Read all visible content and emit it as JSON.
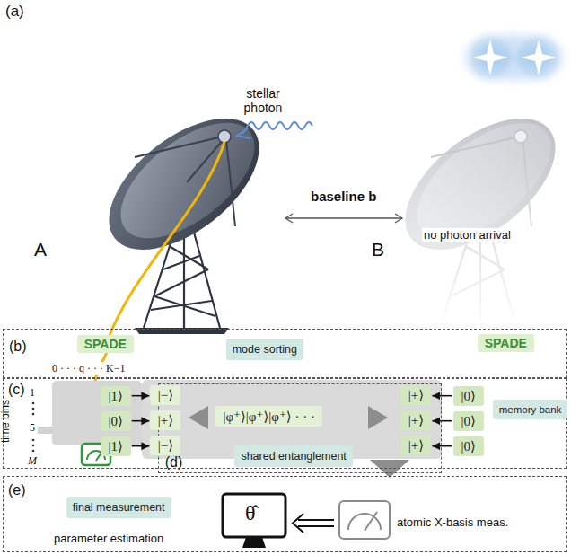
{
  "diagram": {
    "nodes": [
      {
        "text": [
          "(b)"
        ]
      },
      {
        "text": [
          "SPADE"
        ],
        "in": 0
      },
      {
        "text": [
          "mode sorting"
        ],
        "in": 0
      },
      {
        "text": [
          "SPADE"
        ],
        "in": 0
      },
      {
        "text": [
          "(c)"
        ]
      },
      {
        "text": [
          "|1⟩"
        ],
        "in": 4
      },
      {
        "text": [
          "|0⟩"
        ],
        "in": 4
      },
      {
        "text": [
          "|1⟩"
        ],
        "in": 4
      },
      {
        "text": [
          "(d)"
        ],
        "in": 4
      },
      {
        "text": [
          "|−⟩"
        ],
        "in": 8
      },
      {
        "text": [
          "|+⟩"
        ],
        "in": 8
      },
      {
        "text": [
          "|−⟩"
        ],
        "in": 8
      },
      {
        "text": [
          "|φ⁺⟩|φ⁺⟩|φ⁺⟩ · · ·"
        ],
        "in": 8
      },
      {
        "text": [
          "|+⟩"
        ],
        "in": 8
      },
      {
        "text": [
          "|+⟩"
        ],
        "in": 8
      },
      {
        "text": [
          "|+⟩"
        ],
        "in": 8
      },
      {
        "text": [
          "shared entanglement"
        ],
        "in": 8
      },
      {
        "text": [
          "|0⟩"
        ],
        "in": 4
      },
      {
        "text": [
          "|0⟩"
        ],
        "in": 4
      },
      {
        "text": [
          "|0⟩"
        ],
        "in": 4
      },
      {
        "text": [
          "memory bank"
        ],
        "in": 4
      },
      {
        "text": [
          "(e)"
        ]
      },
      {
        "text": [
          "final measurement"
        ],
        "in": 21
      }
    ],
    "edges": [
      {
        "from": 5,
        "to": 9,
        "arrow": "to"
      },
      {
        "from": 6,
        "to": 10,
        "arrow": "to"
      },
      {
        "from": 7,
        "to": 11,
        "arrow": "to"
      },
      {
        "from": 17,
        "to": 13,
        "arrow": "to"
      },
      {
        "from": 18,
        "to": 14,
        "arrow": "to"
      },
      {
        "from": 19,
        "to": 15,
        "arrow": "to"
      }
    ],
    "labels": [
      "(a)",
      "stellar photon",
      "baseline b",
      "A",
      "B",
      "no photon arrival",
      "0 · · · q · · · K−1",
      "time bins",
      "1",
      "5",
      "M",
      "parameter estimation",
      "θ̂",
      "atomic X-basis meas."
    ]
  }
}
